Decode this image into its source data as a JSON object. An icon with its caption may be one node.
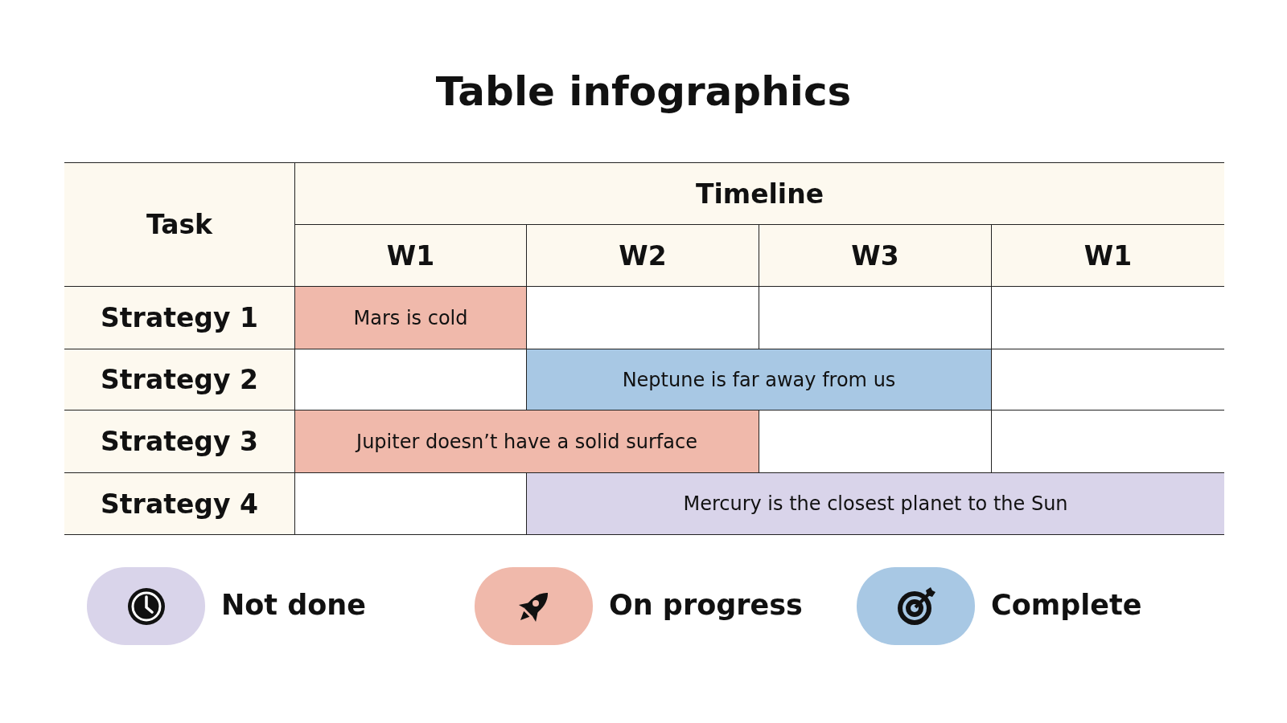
{
  "diagram": {
    "title": "Table infographics",
    "labels": [
      "Task",
      "Timeline",
      "W1",
      "W2",
      "W3",
      "W1",
      "Strategy 1",
      "Mars is cold",
      "Strategy 2",
      "Neptune is far away from us",
      "Strategy 3",
      "Jupiter doesn’t have a solid surface",
      "Strategy 4",
      "Mercury is the closest planet to the Sun"
    ],
    "legend": [
      {
        "text": "Not done",
        "color": "#d9d4ea"
      },
      {
        "text": "On progress",
        "color": "#f0b9ab"
      },
      {
        "text": "Complete",
        "color": "#a8c8e4"
      }
    ]
  }
}
